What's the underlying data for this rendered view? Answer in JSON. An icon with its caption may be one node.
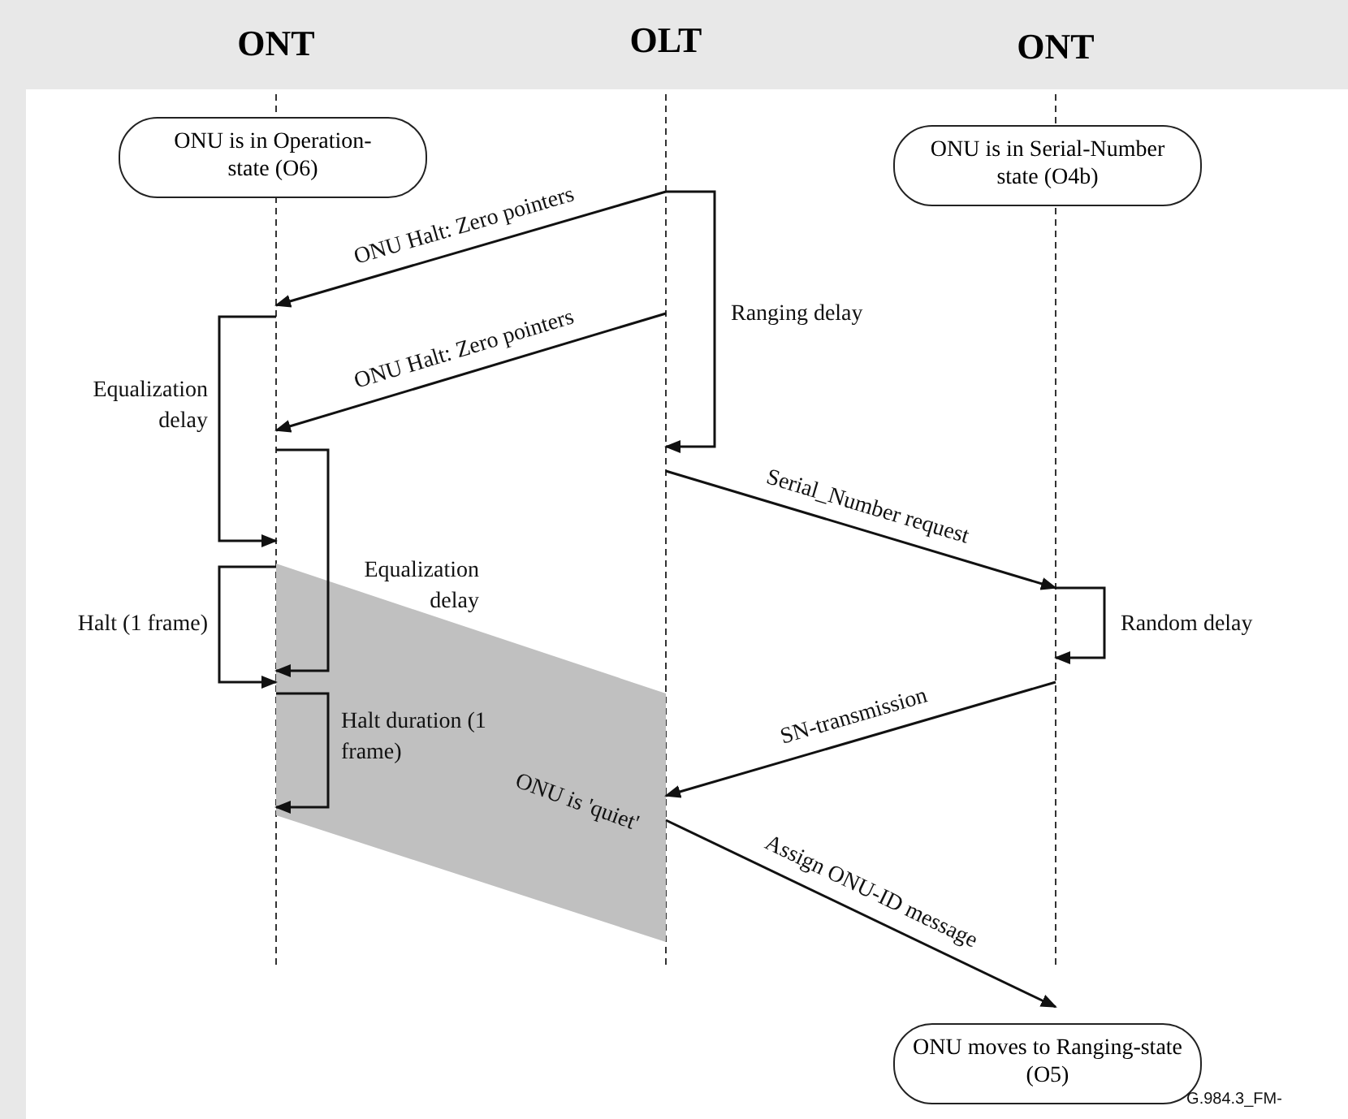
{
  "diagram": {
    "nodes": [
      {
        "text": [
          "ONT"
        ]
      },
      {
        "text": [
          "OLT"
        ]
      },
      {
        "text": [
          "ONT"
        ]
      },
      {
        "text": [
          "ONU is in Operation-state (O6)"
        ]
      },
      {
        "text": [
          "ONU is in Serial-Number state (O4b)"
        ]
      },
      {
        "text": [
          "ONU moves to Ranging-state (O5)"
        ]
      }
    ],
    "edges": [
      {
        "from": 1,
        "to": 0,
        "arrow": "to",
        "label": "ONU Halt: Zero pointers"
      },
      {
        "from": 1,
        "to": 1,
        "arrow": "to",
        "label": "Ranging delay"
      },
      {
        "from": 1,
        "to": 0,
        "arrow": "to",
        "label": "ONU Halt: Zero pointers"
      },
      {
        "from": 0,
        "to": 0,
        "arrow": "to",
        "label": "Equalization delay"
      },
      {
        "from": 0,
        "to": 0,
        "arrow": "to",
        "label": "Equalization delay"
      },
      {
        "from": 0,
        "to": 0,
        "arrow": "to",
        "label": "Halt (1 frame)"
      },
      {
        "from": 0,
        "to": 0,
        "arrow": "to",
        "label": "Halt duration (1 frame)"
      },
      {
        "from": 1,
        "to": 2,
        "arrow": "to",
        "label": "Serial_Number request"
      },
      {
        "from": 2,
        "to": 2,
        "arrow": "to",
        "label": "Random delay"
      },
      {
        "from": 2,
        "to": 1,
        "arrow": "to",
        "label": "SN-transmission"
      },
      {
        "from": 1,
        "to": 2,
        "arrow": "to",
        "label": "Assign ONU-ID message"
      }
    ],
    "labels": [
      "ONU is 'quiet'",
      "G.984.3_FM-"
    ]
  }
}
